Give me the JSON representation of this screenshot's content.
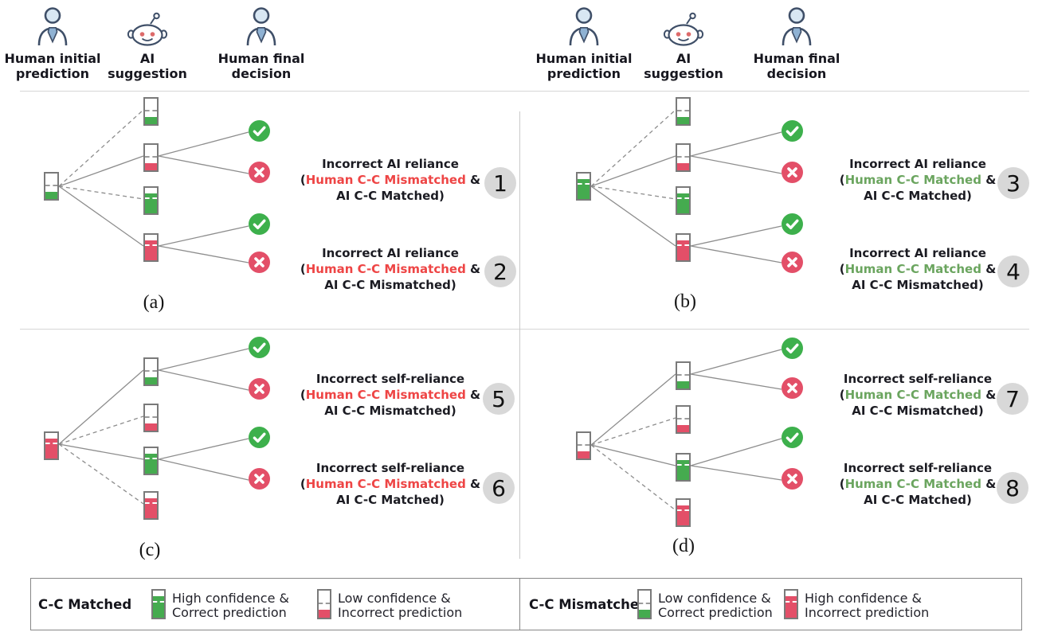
{
  "colors": {
    "green_fill": "#45ab4f",
    "red_fill": "#e34f68",
    "check_circle_green": "#3db04c",
    "cross_circle_red": "#e34f68",
    "highlight_red_text": "#ee4545",
    "highlight_green_text": "#6ba55f",
    "connector_gray": "#8d8d8d",
    "number_circle_gray": "#d8d8d8"
  },
  "header": {
    "columns": [
      {
        "icon": "human",
        "line1": "Human initial",
        "line2": "prediction"
      },
      {
        "icon": "ai-robot",
        "line1": "AI",
        "line2": "suggestion"
      },
      {
        "icon": "human",
        "line1": "Human final",
        "line2": "decision"
      }
    ]
  },
  "outcome_icons": {
    "correct": "green circle with white check",
    "incorrect": "red circle with white cross"
  },
  "panels": [
    {
      "id": "a",
      "caption": "(a)",
      "tree": {
        "root": "low confidence & correct prediction",
        "ai_suggestions": [
          {
            "state": "low confidence & correct",
            "link": "dashed"
          },
          {
            "state": "low confidence & incorrect",
            "link": "solid",
            "final_decisions": [
              "correct",
              "incorrect"
            ]
          },
          {
            "state": "high confidence & correct",
            "link": "dashed"
          },
          {
            "state": "high confidence & incorrect",
            "link": "solid",
            "final_decisions": [
              "correct",
              "incorrect"
            ]
          }
        ]
      },
      "annotations": [
        {
          "number": "1",
          "title": "Incorrect AI reliance",
          "open": "(",
          "human": "Human C-C Mismatched",
          "amp": " &",
          "ai": "AI C-C Matched)",
          "human_status": "mismatched"
        },
        {
          "number": "2",
          "title": "Incorrect AI reliance",
          "open": "(",
          "human": "Human C-C Mismatched",
          "amp": " &",
          "ai": "AI C-C Mismatched)",
          "human_status": "mismatched"
        }
      ]
    },
    {
      "id": "b",
      "caption": "(b)",
      "tree": {
        "root": "high confidence & correct prediction",
        "ai_suggestions": [
          {
            "state": "low confidence & correct",
            "link": "dashed"
          },
          {
            "state": "low confidence & incorrect",
            "link": "solid",
            "final_decisions": [
              "correct",
              "incorrect"
            ]
          },
          {
            "state": "high confidence & correct",
            "link": "dashed"
          },
          {
            "state": "high confidence & incorrect",
            "link": "solid",
            "final_decisions": [
              "correct",
              "incorrect"
            ]
          }
        ]
      },
      "annotations": [
        {
          "number": "3",
          "title": "Incorrect AI reliance",
          "open": "(",
          "human": "Human C-C Matched",
          "amp": " &",
          "ai": "AI C-C Matched)",
          "human_status": "matched"
        },
        {
          "number": "4",
          "title": "Incorrect AI reliance",
          "open": "(",
          "human": "Human C-C Matched",
          "amp": " &",
          "ai": "AI C-C Mismatched)",
          "human_status": "matched"
        }
      ]
    },
    {
      "id": "c",
      "caption": "(c)",
      "tree": {
        "root": "high confidence & incorrect prediction",
        "ai_suggestions": [
          {
            "state": "low confidence & correct",
            "link": "solid",
            "final_decisions": [
              "correct",
              "incorrect"
            ]
          },
          {
            "state": "low confidence & incorrect",
            "link": "dashed"
          },
          {
            "state": "high confidence & correct",
            "link": "solid",
            "final_decisions": [
              "correct",
              "incorrect"
            ]
          },
          {
            "state": "high confidence & incorrect",
            "link": "dashed"
          }
        ]
      },
      "annotations": [
        {
          "number": "5",
          "title": "Incorrect self-reliance",
          "open": "(",
          "human": "Human C-C Mismatched",
          "amp": " &",
          "ai": "AI C-C Mismatched)",
          "human_status": "mismatched"
        },
        {
          "number": "6",
          "title": "Incorrect self-reliance",
          "open": "(",
          "human": "Human C-C Mismatched",
          "amp": " &",
          "ai": "AI C-C Matched)",
          "human_status": "mismatched"
        }
      ]
    },
    {
      "id": "d",
      "caption": "(d)",
      "tree": {
        "root": "low confidence & incorrect prediction",
        "ai_suggestions": [
          {
            "state": "low confidence & correct",
            "link": "solid",
            "final_decisions": [
              "correct",
              "incorrect"
            ]
          },
          {
            "state": "low confidence & incorrect",
            "link": "dashed"
          },
          {
            "state": "high confidence & correct",
            "link": "solid",
            "final_decisions": [
              "correct",
              "incorrect"
            ]
          },
          {
            "state": "high confidence & incorrect",
            "link": "dashed"
          }
        ]
      },
      "annotations": [
        {
          "number": "7",
          "title": "Incorrect self-reliance",
          "open": "(",
          "human": "Human C-C Matched",
          "amp": " &",
          "ai": "AI C-C Mismatched)",
          "human_status": "matched"
        },
        {
          "number": "8",
          "title": "Incorrect self-reliance",
          "open": "(",
          "human": "Human C-C Matched",
          "amp": " &",
          "ai": "AI C-C Matched)",
          "human_status": "matched"
        }
      ]
    }
  ],
  "legend": {
    "groups": [
      {
        "title": "C-C Matched",
        "items": [
          {
            "swatch": "high-correct",
            "line1": "High confidence &",
            "line2": "Correct prediction"
          },
          {
            "swatch": "low-incorrect",
            "line1": "Low confidence &",
            "line2": "Incorrect prediction"
          }
        ]
      },
      {
        "title": "C-C Mismatched",
        "items": [
          {
            "swatch": "low-correct",
            "line1": "Low confidence &",
            "line2": "Correct prediction"
          },
          {
            "swatch": "high-incorrect",
            "line1": "High confidence &",
            "line2": "Incorrect prediction"
          }
        ]
      }
    ]
  }
}
